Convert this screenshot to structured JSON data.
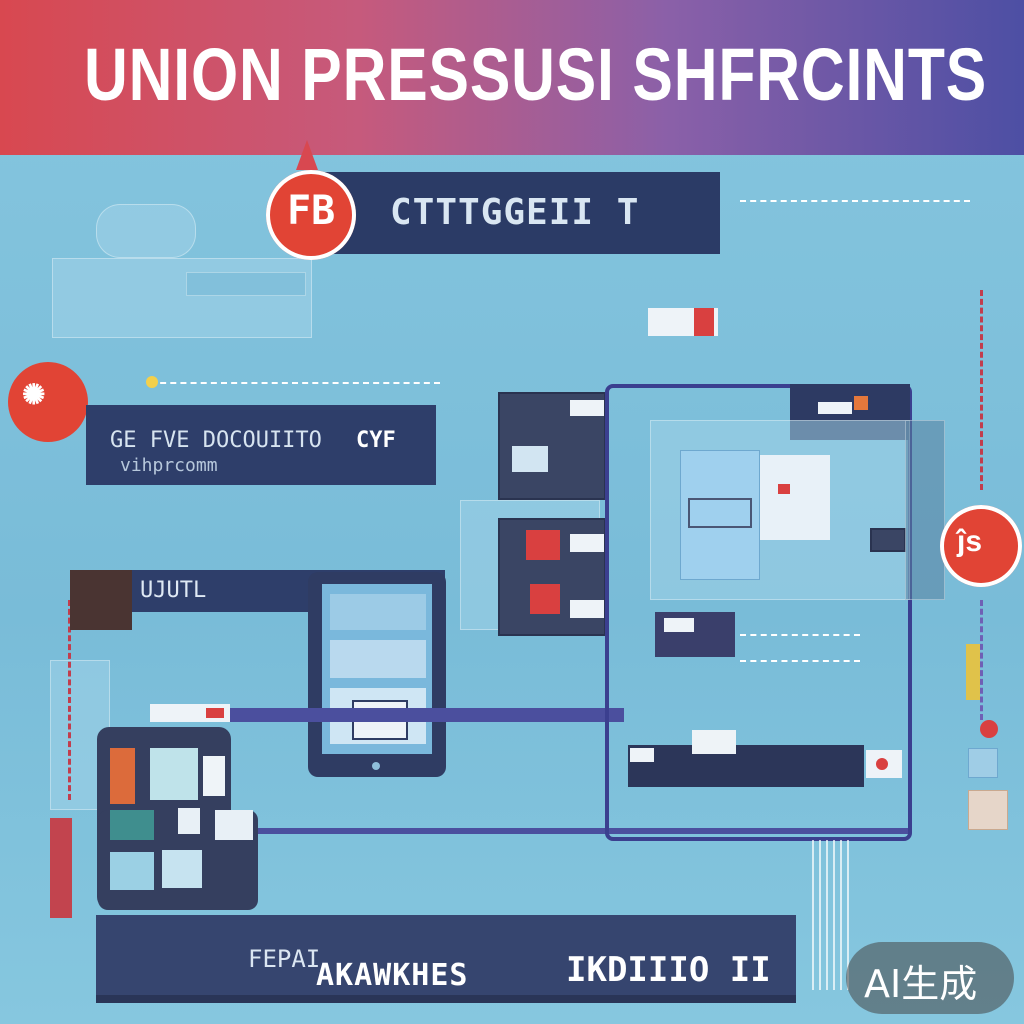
{
  "header": {
    "title": "UNION PRESSUSI SHFRCINTS"
  },
  "top_banner": {
    "label": "CTTTGGEII T",
    "badge_glyph": "FB"
  },
  "doc_bar": {
    "label": "GE FVE DOCOUIITO",
    "sublabel": "vihprcomm",
    "tag": "CYF"
  },
  "util_bar": {
    "label": "UJUTL"
  },
  "left_badge": {
    "glyph": "✺"
  },
  "right_badge": {
    "glyph": "ĵs"
  },
  "bottom_bar": {
    "label_1": "FEPAI",
    "label_2": "AKAWKHES",
    "label_3": "IKDIIIO II"
  },
  "watermark": {
    "text": "AI生成"
  },
  "colors": {
    "header_start": "#d84850",
    "header_end": "#4d4fa4",
    "panel_dark": "#2e3e6a",
    "accent_red": "#e14435",
    "frame_purple": "#3b3f8f",
    "background": "#7fc0da"
  }
}
